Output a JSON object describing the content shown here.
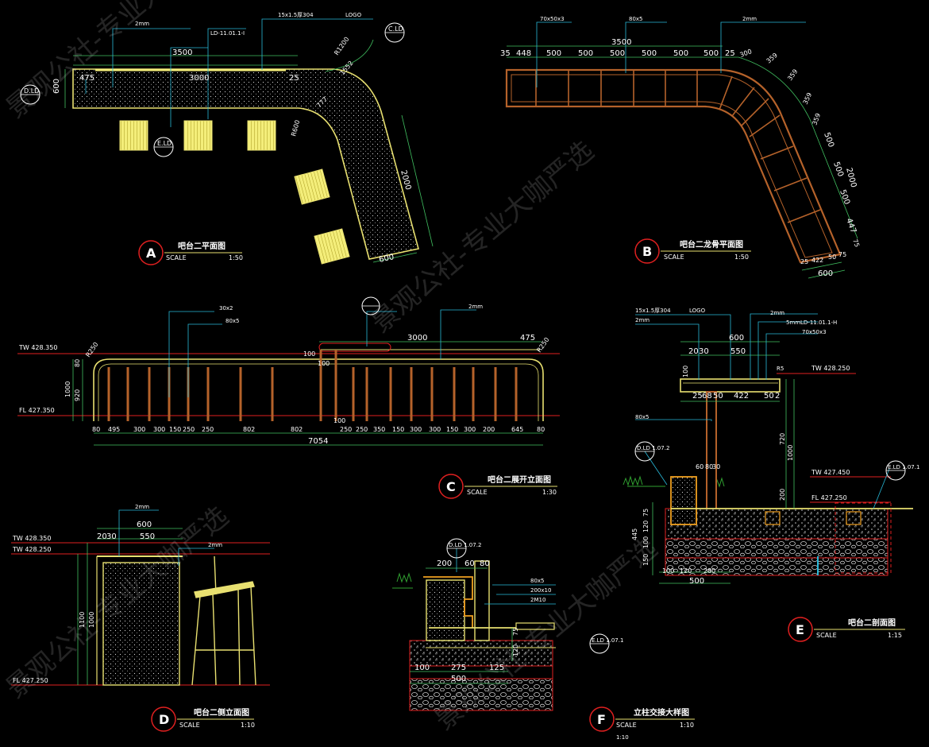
{
  "colors": {
    "background": "#000000",
    "outline_yellow": "#e8e070",
    "frame_brown": "#b5622a",
    "dim_green": "#40c060",
    "leader_cyan": "#28b8d8",
    "red": "#e02020",
    "grass_green": "#30a030"
  },
  "watermark": "景观公社-专业大咖严选",
  "drawings": {
    "A": {
      "letter": "A",
      "title": "吧台二平面图",
      "scale_label": "SCALE",
      "scale": "1:50",
      "notes": [
        "2mm",
        "15x1.5厚304",
        "LOGO",
        "LD-11.01.1-I"
      ],
      "dims": [
        "3500",
        "475",
        "3000",
        "25",
        "600",
        "R1200",
        "1552",
        "777",
        "R600",
        "2000",
        "600"
      ],
      "symbols": [
        "D.LD",
        "E.LD",
        "C.LD"
      ]
    },
    "B": {
      "letter": "B",
      "title": "吧台二龙骨平面图",
      "scale_label": "SCALE",
      "scale": "1:50",
      "notes": [
        "70x50x3",
        "80x5",
        "2mm"
      ],
      "dims_top": [
        "35",
        "448",
        "500",
        "500",
        "500",
        "500",
        "500",
        "500",
        "25",
        "300"
      ],
      "dim_total": "3500",
      "dims_right": [
        "359",
        "359",
        "359",
        "359",
        "500",
        "500",
        "500",
        "447",
        "75"
      ],
      "dim_side_total": "2000",
      "dims_bottom": [
        "25",
        "422",
        "50",
        "75"
      ],
      "dim_bottom_total": "600"
    },
    "C": {
      "letter": "C",
      "title": "吧台二展开立面图",
      "scale_label": "SCALE",
      "scale": "1:30",
      "levels": [
        "TW 428.350",
        "FL 427.350"
      ],
      "notes": [
        "30x2",
        "80x5",
        "2mm"
      ],
      "dims_left": [
        "80",
        "1000",
        "920"
      ],
      "radius_left": "R250",
      "radius_right": "R250",
      "dims_top": [
        "3000",
        "475"
      ],
      "dim_mid": [
        "100",
        "100",
        "100"
      ],
      "dims_bottom": [
        "80",
        "495",
        "300",
        "300",
        "150",
        "250",
        "250",
        "802",
        "802",
        "250",
        "250",
        "350",
        "150",
        "300",
        "300",
        "150",
        "300",
        "200",
        "645",
        "80"
      ],
      "dim_total": "7054"
    },
    "D": {
      "letter": "D",
      "title": "吧台二侧立面图",
      "scale_label": "SCALE",
      "scale": "1:10",
      "levels": [
        "TW 428.350",
        "TW 428.250",
        "FL 427.250"
      ],
      "notes": [
        "2mm",
        "2mm"
      ],
      "dims_top": [
        "600",
        "20",
        "30",
        "550"
      ],
      "dims_left": [
        "1100",
        "1000"
      ]
    },
    "E": {
      "letter": "E",
      "title": "吧台二剖面图",
      "scale_label": "SCALE",
      "scale": "1:15",
      "levels": [
        "TW 428.250",
        "TW 427.450",
        "FL 427.250"
      ],
      "notes": [
        "15x1.5厚304",
        "LOGO",
        "2mm",
        "2mm",
        "5mm",
        "LD-11.01.1-H",
        "70x50x3",
        "80x5",
        "R5"
      ],
      "dims_top": [
        "600",
        "20",
        "30",
        "550"
      ],
      "dims_mid": [
        "25",
        "68",
        "50",
        "422",
        "50",
        "2"
      ],
      "dims_left": [
        "100",
        "720",
        "1000",
        "200",
        "445",
        "75",
        "120",
        "100",
        "150"
      ],
      "dims_bottom": [
        "100",
        "120",
        "280",
        "500"
      ],
      "dim_misc": [
        "60",
        "80",
        "30"
      ],
      "symbols": [
        "D.LD 1.07.2",
        "E.LD 1.07.1"
      ]
    },
    "F": {
      "letter": "F",
      "title": "立柱交接大样图",
      "scale_label": "SCALE",
      "scale": "1:10",
      "notes": [
        "80x5",
        "200x10",
        "2M10"
      ],
      "dims_top": [
        "200",
        "60",
        "80"
      ],
      "dims_bottom": [
        "100",
        "275",
        "125",
        "500"
      ],
      "dims_side": [
        "120",
        "75"
      ],
      "symbols": [
        "D.LD 1.07.2",
        "E.LD 1.07.1"
      ],
      "footnote": "1:10"
    }
  }
}
